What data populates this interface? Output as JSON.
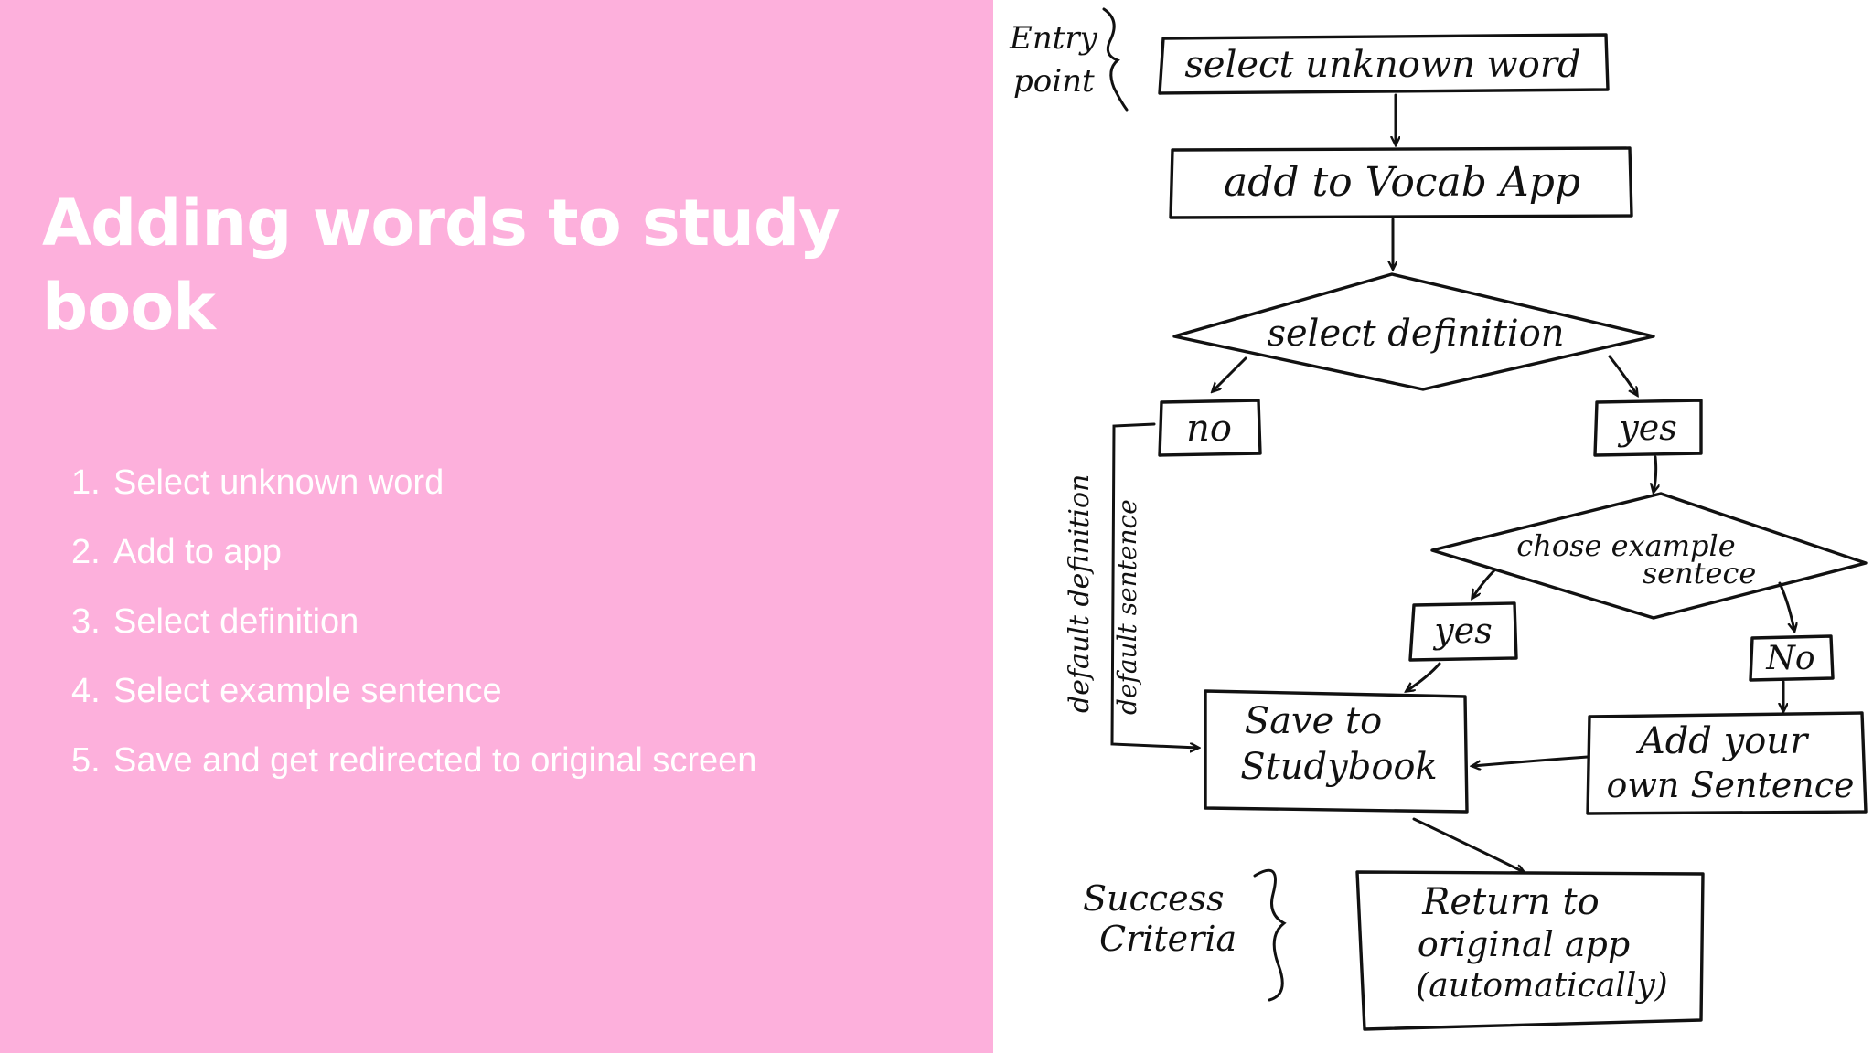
{
  "slide": {
    "title": "Adding words to study book",
    "colors": {
      "left_background": "#fdb0dc",
      "left_text": "#ffffff",
      "right_background": "#ffffff",
      "ink": "#111111"
    },
    "steps": [
      {
        "number": "1.",
        "label": "Select unknown word"
      },
      {
        "number": "2.",
        "label": "Add to app"
      },
      {
        "number": "3.",
        "label": "Select definition"
      },
      {
        "number": "4.",
        "label": "Select example sentence"
      },
      {
        "number": "5.",
        "label": "Save and get redirected to original screen"
      }
    ]
  },
  "flowchart": {
    "entry_label": [
      "Entry",
      "point"
    ],
    "success_label": [
      "Success",
      "Criteria"
    ],
    "nodes": {
      "select_word": {
        "lines": [
          "select unknown word"
        ]
      },
      "add_vocab": {
        "lines": [
          "add to Vocab App"
        ]
      },
      "select_definition": {
        "lines": [
          "select definition"
        ]
      },
      "no_definition": {
        "lines": [
          "no"
        ]
      },
      "yes_definition": {
        "lines": [
          "yes"
        ]
      },
      "choose_example": {
        "lines": [
          "chose example",
          "sentece"
        ]
      },
      "yes_example": {
        "lines": [
          "yes"
        ]
      },
      "no_example": {
        "lines": [
          "No"
        ]
      },
      "save_studybook": {
        "lines": [
          "Save to",
          "Studybook"
        ]
      },
      "add_own_sentence": {
        "lines": [
          "Add your",
          "own Sentence"
        ]
      },
      "return_app": {
        "lines": [
          "Return to",
          "original app",
          "(automatically)"
        ]
      }
    },
    "side_labels": {
      "default_definition": "default definition",
      "default_sentence": "default sentence"
    }
  }
}
